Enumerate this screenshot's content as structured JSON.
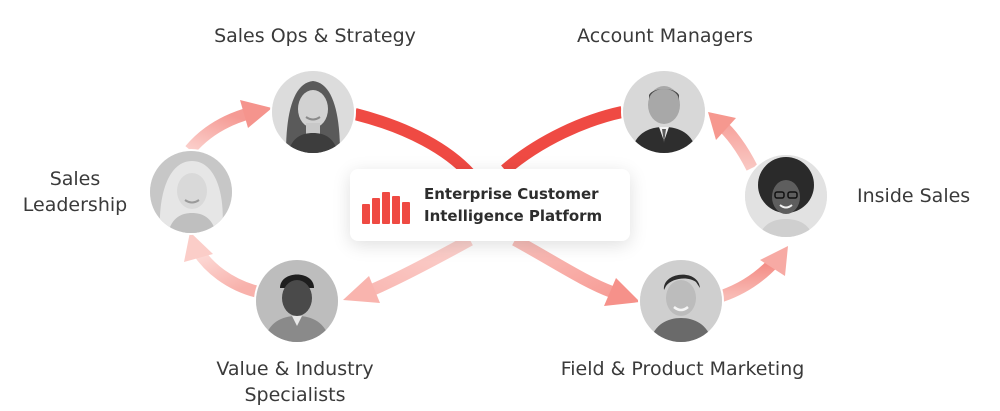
{
  "colors": {
    "accent": "#ef4a43",
    "accent_light": "#f9b2ad",
    "text": "#3a3a3a"
  },
  "center": {
    "title_line1": "Enterprise Customer",
    "title_line2": "Intelligence Platform",
    "logo_icon": "bar-chart-icon"
  },
  "roles": {
    "sales_ops": "Sales Ops & Strategy",
    "account_managers": "Account Managers",
    "sales_leadership_line1": "Sales",
    "sales_leadership_line2": "Leadership",
    "inside_sales": "Inside Sales",
    "value_specialists_line1": "Value & Industry",
    "value_specialists_line2": "Specialists",
    "field_marketing": "Field & Product Marketing"
  }
}
